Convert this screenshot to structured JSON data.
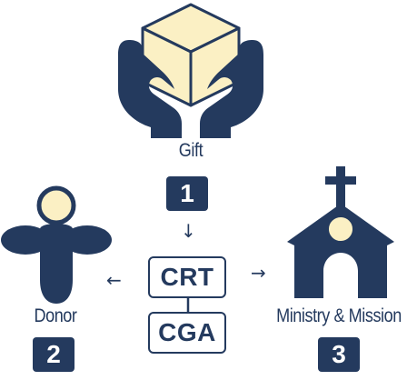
{
  "gift": {
    "label": "Gift",
    "step": "1"
  },
  "donor": {
    "label": "Donor",
    "step": "2"
  },
  "ministry": {
    "label": "Ministry & Mission",
    "step": "3"
  },
  "vehicles": {
    "crt": "CRT",
    "cga": "CGA"
  },
  "arrows": {
    "down": "↓",
    "left": "←",
    "right": "→"
  },
  "icons": {
    "gift": "gift-in-hands-icon",
    "donor": "person-icon",
    "ministry": "church-icon"
  },
  "colors": {
    "navy": "#243a5e",
    "cream": "#fbf0c4"
  }
}
